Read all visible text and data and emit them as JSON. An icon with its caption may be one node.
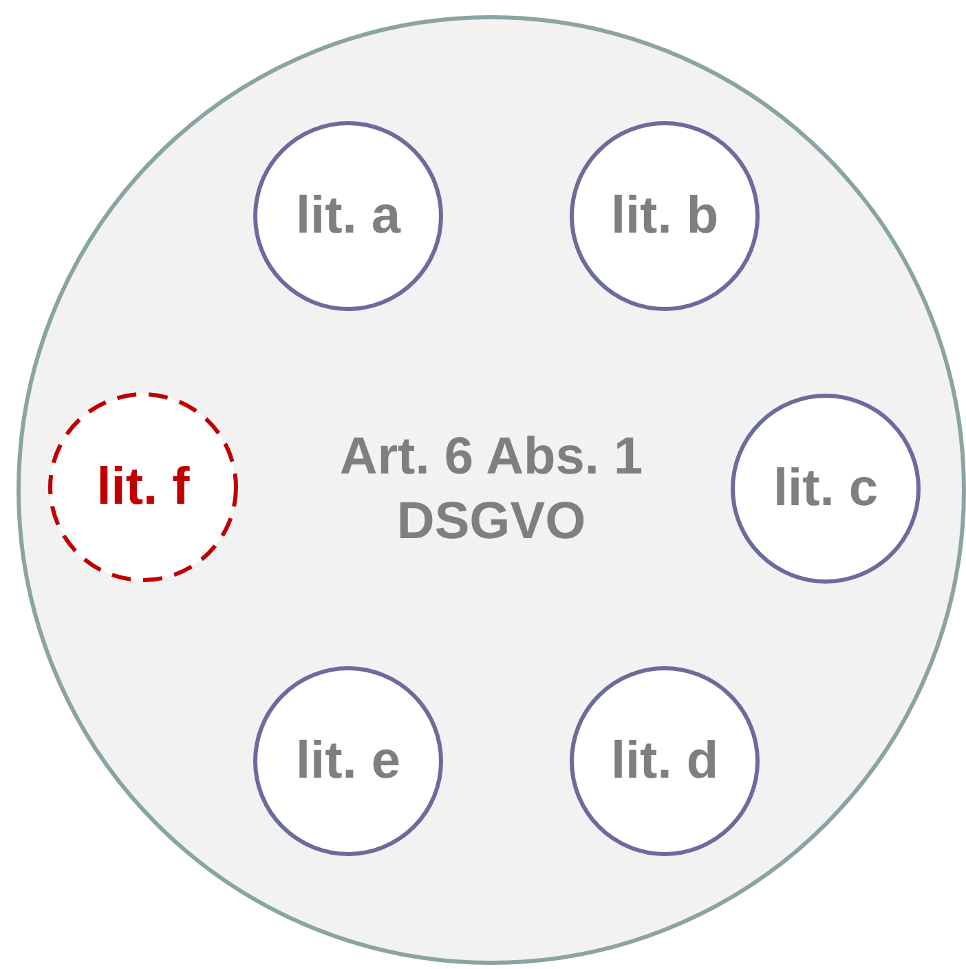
{
  "diagram": {
    "nodes": [
      {
        "text": [
          "Art. 6 Abs. 1 DSGVO"
        ]
      },
      {
        "text": [
          "lit. a"
        ],
        "in": 0
      },
      {
        "text": [
          "lit. b"
        ],
        "in": 0
      },
      {
        "text": [
          "lit. f"
        ],
        "in": 0
      },
      {
        "text": [
          "lit. c"
        ],
        "in": 0
      },
      {
        "text": [
          "lit. e"
        ],
        "in": 0
      },
      {
        "text": [
          "lit. d"
        ],
        "in": 0
      }
    ]
  }
}
